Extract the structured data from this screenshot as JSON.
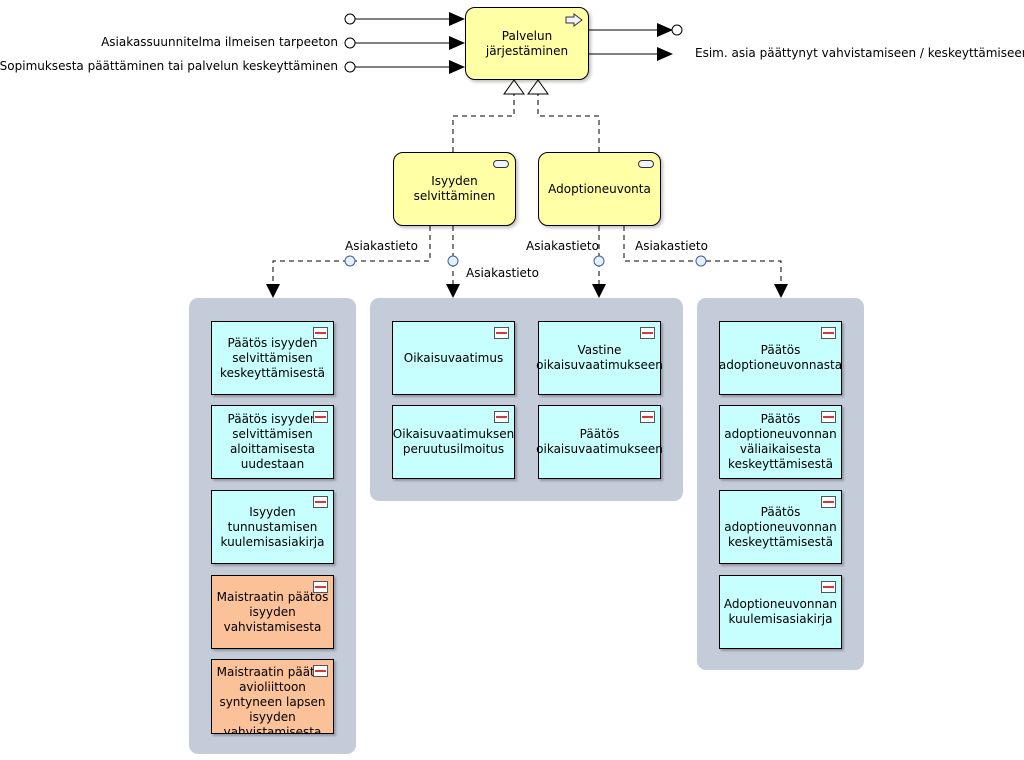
{
  "inputs": [
    "",
    "Asiakassuunnitelma ilmeisen tarpeeton",
    "Sopimuksesta päättäminen tai palvelun keskeyttäminen"
  ],
  "outputs": [
    "",
    "Esim. asia päättynyt vahvistamiseen / keskeyttämiseen"
  ],
  "main_process": {
    "label": "Palvelun\njärjestäminen"
  },
  "sub_processes": [
    {
      "label": "Isyyden\nselvittäminen"
    },
    {
      "label": "Adoptioneuvonta"
    }
  ],
  "flow_labels": [
    "Asiakastieto",
    "Asiakastieto",
    "Asiakastieto",
    "Asiakastieto"
  ],
  "groups": {
    "left": [
      {
        "label": "Päätös isyyden\nselvittämisen\nkeskeyttämisestä",
        "color": "#c7ffff"
      },
      {
        "label": "Päätös isyyden\nselvittämisen\naloittamisesta\nuudestaan",
        "color": "#c7ffff"
      },
      {
        "label": "Isyyden\ntunnustamisen\nkuulemisasiakirja",
        "color": "#c7ffff"
      },
      {
        "label": "Maistraatin päätös\nisyyden\nvahvistamisesta",
        "color": "#fbc198"
      },
      {
        "label": "Maistraatin päätös\navioliittoon\nsyntyneen lapsen\nisyyden\nvahvistamisesta",
        "color": "#fbc198"
      }
    ],
    "middle": [
      {
        "label": "Oikaisuvaatimus"
      },
      {
        "label": "Vastine\noikaisuvaatimukseen"
      },
      {
        "label": "Oikaisuvaatimuksen\nperuutusilmoitus"
      },
      {
        "label": "Päätös\noikaisuvaatimukseen"
      }
    ],
    "right": [
      {
        "label": "Päätös\nadoptioneuvonnasta"
      },
      {
        "label": "Päätös\nadoptioneuvonnan\nväliaikaisesta\nkeskeyttämisestä"
      },
      {
        "label": "Päätös\nadoptioneuvonnan\nkeskeyttämisestä"
      },
      {
        "label": "Adoptioneuvonnan\nkuulemisasiakirja"
      }
    ]
  },
  "colors": {
    "process": "#ffffa6",
    "object": "#c7ffff",
    "object_external": "#fbc198",
    "group": "#c4ccda"
  }
}
